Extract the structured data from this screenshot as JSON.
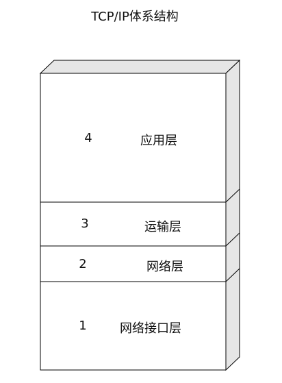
{
  "diagram": {
    "title": "TCP/IP体系结构",
    "layers": [
      {
        "number": "4",
        "name": "应用层"
      },
      {
        "number": "3",
        "name": "运输层"
      },
      {
        "number": "2",
        "name": "网络层"
      },
      {
        "number": "1",
        "name": "网络接口层"
      }
    ],
    "colors": {
      "front_fill": "#ffffff",
      "side_fill": "#e6e6e6",
      "stroke": "#000000"
    }
  }
}
